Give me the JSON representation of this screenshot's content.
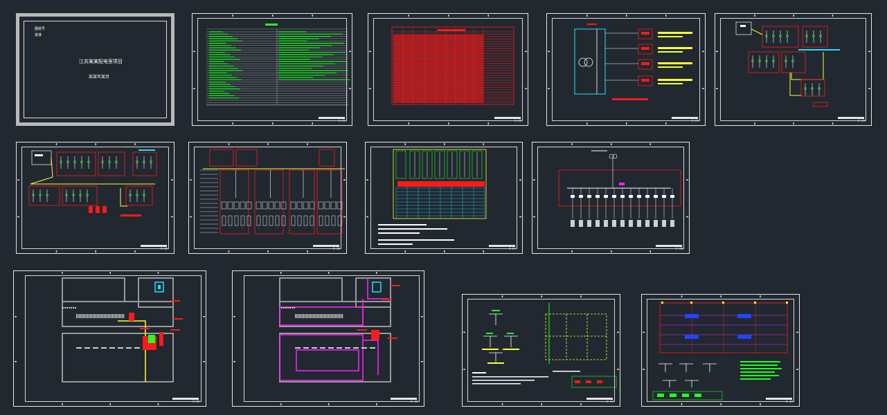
{
  "cover": {
    "lines_top_left": [
      "图纸号",
      "批准"
    ],
    "title": "江苏某某配电室项目",
    "date": "某某年某月"
  },
  "drawing_numbers": [
    "D-01",
    "D-02",
    "D-03",
    "D-04",
    "D-05",
    "D-06",
    "D-07",
    "D-08",
    "D-09",
    "D-10",
    "D-11",
    "D-12"
  ],
  "colors": {
    "background": "#212830",
    "frame": "#e8e8e8",
    "green": "#22ff22",
    "red": "#ff1a1a",
    "yellow": "#ffff33",
    "cyan": "#22e0ff",
    "magenta": "#ff22ff",
    "blue": "#2244ff",
    "gray": "#9a9a9a"
  }
}
